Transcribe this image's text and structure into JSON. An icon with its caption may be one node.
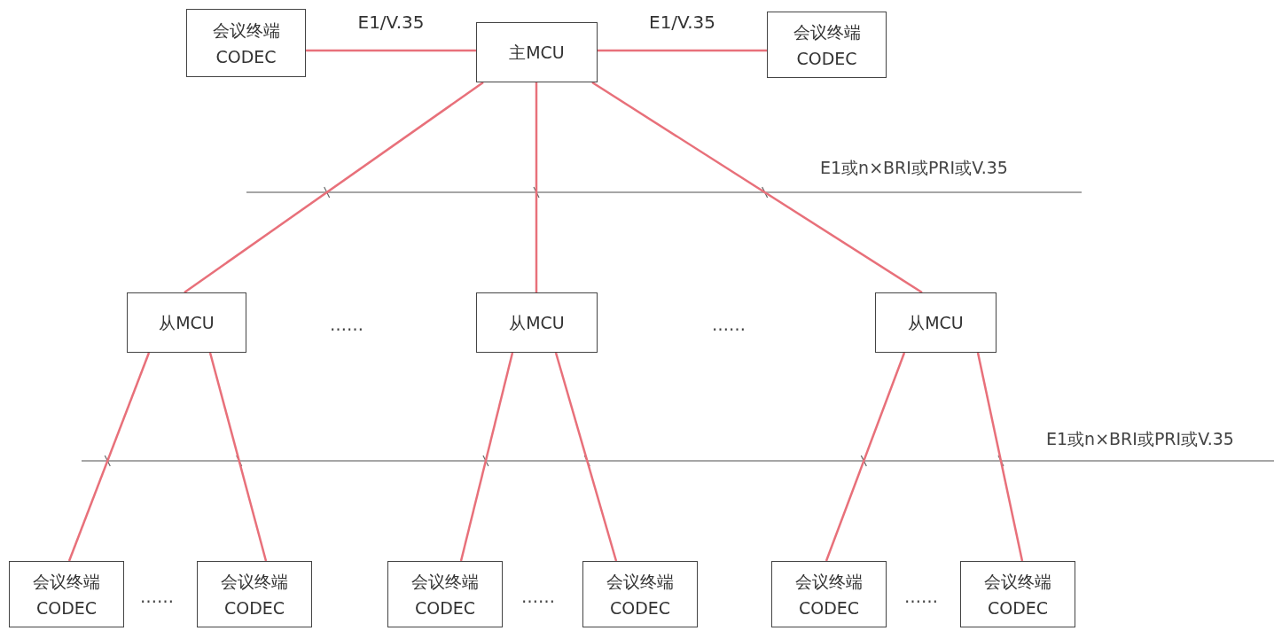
{
  "diagram": {
    "nodes": [
      {
        "text": [
          "会议终端",
          "CODEC"
        ]
      },
      {
        "text": [
          "主MCU"
        ]
      },
      {
        "text": [
          "会议终端",
          "CODEC"
        ]
      },
      {
        "text": [
          "从MCU"
        ]
      },
      {
        "text": [
          "从MCU"
        ]
      },
      {
        "text": [
          "从MCU"
        ]
      },
      {
        "text": [
          "会议终端",
          "CODEC"
        ]
      },
      {
        "text": [
          "会议终端",
          "CODEC"
        ]
      },
      {
        "text": [
          "会议终端",
          "CODEC"
        ]
      },
      {
        "text": [
          "会议终端",
          "CODEC"
        ]
      },
      {
        "text": [
          "会议终端",
          "CODEC"
        ]
      },
      {
        "text": [
          "会议终端",
          "CODEC"
        ]
      }
    ],
    "edges": [
      {
        "from": 0,
        "to": 1,
        "arrow": "none",
        "label": "E1/V.35"
      },
      {
        "from": 1,
        "to": 2,
        "arrow": "none",
        "label": "E1/V.35"
      },
      {
        "from": 1,
        "to": 3,
        "arrow": "none"
      },
      {
        "from": 1,
        "to": 4,
        "arrow": "none"
      },
      {
        "from": 1,
        "to": 5,
        "arrow": "none"
      },
      {
        "from": 3,
        "to": 6,
        "arrow": "none"
      },
      {
        "from": 3,
        "to": 7,
        "arrow": "none"
      },
      {
        "from": 4,
        "to": 8,
        "arrow": "none"
      },
      {
        "from": 4,
        "to": 9,
        "arrow": "none"
      },
      {
        "from": 5,
        "to": 10,
        "arrow": "none"
      },
      {
        "from": 5,
        "to": 11,
        "arrow": "none"
      }
    ],
    "labels": [
      "E1或n×BRI或PRI或V.35",
      "……",
      "……",
      "E1或n×BRI或PRI或V.35",
      "……",
      "……",
      "……"
    ]
  }
}
